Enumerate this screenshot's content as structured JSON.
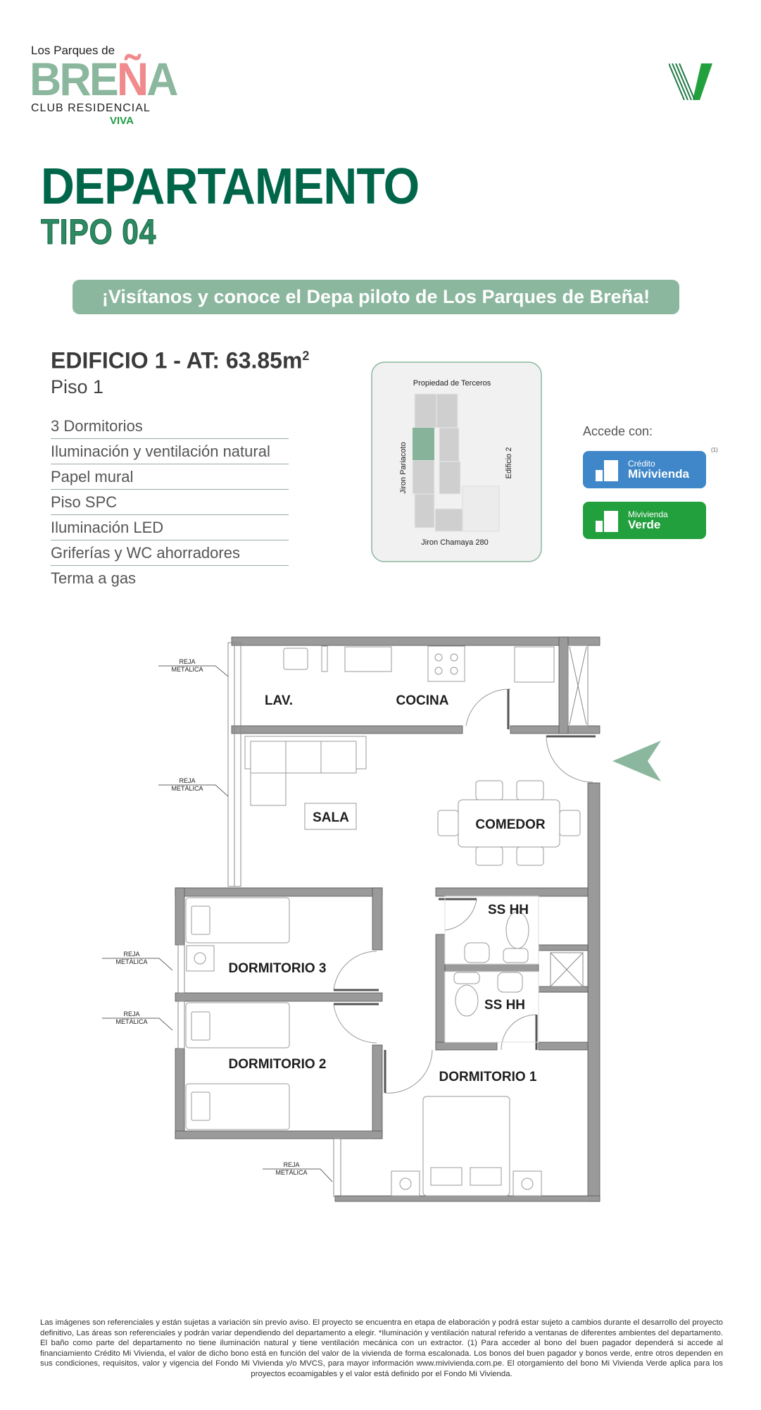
{
  "logo": {
    "top": "Los Parques de",
    "brand_a": "BRE",
    "brand_b": "Ñ",
    "brand_c": "A",
    "club": "CLUB RESIDENCIAL",
    "viva": "VIVA"
  },
  "header": {
    "title": "DEPARTAMENTO",
    "subtitle": "TIPO 04"
  },
  "banner": "¡Visítanos y conoce el Depa piloto de Los Parques de Breña!",
  "unit": {
    "building": "EDIFICIO 1 - AT: 63.85m",
    "sup": "2",
    "floor": "Piso 1"
  },
  "features": [
    "3 Dormitorios",
    "Iluminación y ventilación natural",
    "Papel mural",
    "Piso SPC",
    "Iluminación LED",
    "Griferías y WC ahorradores",
    "Terma a gas"
  ],
  "site_plan": {
    "top": "Propiedad de Terceros",
    "bottom": "Jiron Chamaya 280",
    "left": "Jiron Pariacoto",
    "right": "Edificio 2"
  },
  "financing": {
    "label": "Accede con:",
    "note": "(1)",
    "badges": [
      {
        "line1": "Crédito",
        "line2": "Mivivienda",
        "color": "#3f87c8"
      },
      {
        "line1": "Mivivienda",
        "line2": "Verde",
        "color": "#22a03d"
      }
    ]
  },
  "floor_plan": {
    "rooms": {
      "lav": "LAV.",
      "cocina": "COCINA",
      "sala": "SALA",
      "comedor": "COMEDOR",
      "sshh1": "SS HH",
      "sshh2": "SS HH",
      "dorm3": "DORMITORIO 3",
      "dorm2": "DORMITORIO 2",
      "dorm1": "DORMITORIO 1"
    },
    "reja_line1": "REJA",
    "reja_line2": "METÁLICA",
    "entrance_color": "#8bb79e",
    "wall_color": "#9a9a9a"
  },
  "disclaimer": "Las imágenes son referenciales y están sujetas a variación sin previo aviso. El proyecto se encuentra en etapa de elaboración y podrá estar sujeto a cambios durante el desarrollo del proyecto definitivo, Las áreas son referenciales y podrán variar dependiendo del departamento a elegir. *Iluminación y ventilación natural referido a ventanas de diferentes ambientes del departamento. El baño como parte del departamento no tiene iluminación natural y tiene ventilación mecánica con un extractor. (1) Para acceder al bono del buen pagador dependerá si accede al financiamiento Crédito Mi Vivienda, el valor de dicho bono está en función del valor de la vivienda de forma escalonada. Los bonos del buen pagador y bonos verde, entre otros dependen en sus condiciones, requisitos, valor y vigencia del Fondo Mi Vivienda y/o MVCS, para mayor información www.mivivienda.com.pe. El otorgamiento del bono Mi Vivienda Verde aplica para los proyectos ecoamigables y el valor está definido por el Fondo Mi Vivienda."
}
